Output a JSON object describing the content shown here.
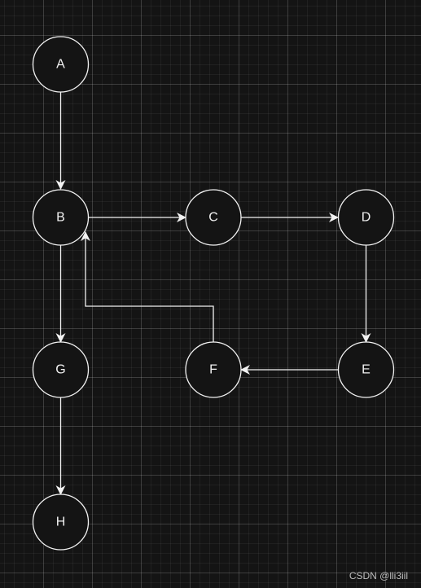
{
  "nodes": [
    {
      "id": "A",
      "label": "A"
    },
    {
      "id": "B",
      "label": "B"
    },
    {
      "id": "C",
      "label": "C"
    },
    {
      "id": "D",
      "label": "D"
    },
    {
      "id": "E",
      "label": "E"
    },
    {
      "id": "F",
      "label": "F"
    },
    {
      "id": "G",
      "label": "G"
    },
    {
      "id": "H",
      "label": "H"
    }
  ],
  "edges": [
    {
      "from": "A",
      "to": "B"
    },
    {
      "from": "B",
      "to": "C"
    },
    {
      "from": "C",
      "to": "D"
    },
    {
      "from": "D",
      "to": "E"
    },
    {
      "from": "E",
      "to": "F"
    },
    {
      "from": "F",
      "to": "B"
    },
    {
      "from": "B",
      "to": "G"
    },
    {
      "from": "G",
      "to": "H"
    }
  ],
  "watermark": "CSDN @lli3iil",
  "colors": {
    "background": "#141414",
    "stroke": "#f2f2f2"
  }
}
